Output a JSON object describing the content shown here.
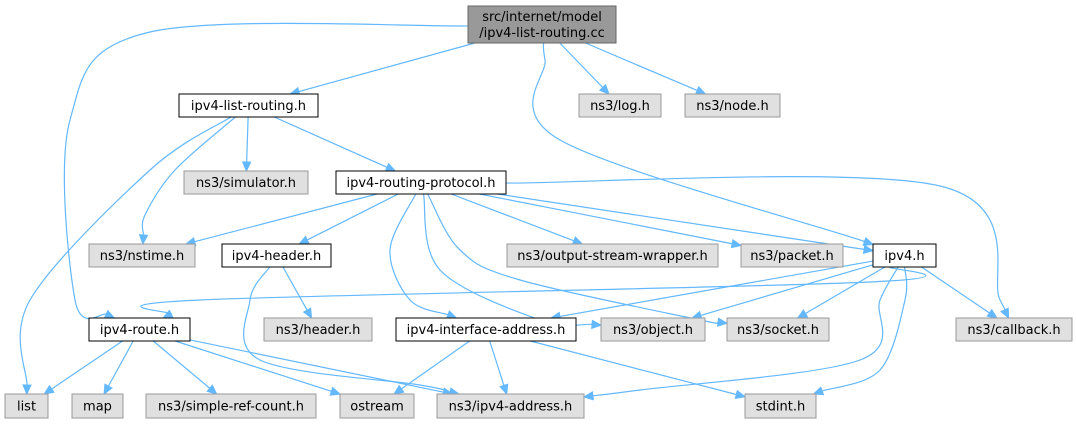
{
  "colors": {
    "root_fill": "#999999",
    "root_stroke": "#666666",
    "local_fill": "#ffffff",
    "local_stroke": "#000000",
    "external_fill": "#e0e0e0",
    "external_stroke": "#999999",
    "edge": "#63b8ff"
  },
  "nodes": [
    {
      "id": "root",
      "kind": "root",
      "lines": [
        "src/internet/model",
        "/ipv4-list-routing.cc"
      ]
    },
    {
      "id": "ipv4_list_routing_h",
      "kind": "local",
      "lines": [
        "ipv4-list-routing.h"
      ]
    },
    {
      "id": "log_h",
      "kind": "external",
      "lines": [
        "ns3/log.h"
      ]
    },
    {
      "id": "node_h",
      "kind": "external",
      "lines": [
        "ns3/node.h"
      ]
    },
    {
      "id": "simulator_h",
      "kind": "external",
      "lines": [
        "ns3/simulator.h"
      ]
    },
    {
      "id": "ipv4_routing_protocol_h",
      "kind": "local",
      "lines": [
        "ipv4-routing-protocol.h"
      ]
    },
    {
      "id": "nstime_h",
      "kind": "external",
      "lines": [
        "ns3/nstime.h"
      ]
    },
    {
      "id": "ipv4_header_h",
      "kind": "local",
      "lines": [
        "ipv4-header.h"
      ]
    },
    {
      "id": "output_stream_wrapper_h",
      "kind": "external",
      "lines": [
        "ns3/output-stream-wrapper.h"
      ]
    },
    {
      "id": "packet_h",
      "kind": "external",
      "lines": [
        "ns3/packet.h"
      ]
    },
    {
      "id": "ipv4_h",
      "kind": "local",
      "lines": [
        "ipv4.h"
      ]
    },
    {
      "id": "ipv4_route_h",
      "kind": "local",
      "lines": [
        "ipv4-route.h"
      ]
    },
    {
      "id": "header_h",
      "kind": "external",
      "lines": [
        "ns3/header.h"
      ]
    },
    {
      "id": "ipv4_interface_address_h",
      "kind": "local",
      "lines": [
        "ipv4-interface-address.h"
      ]
    },
    {
      "id": "object_h",
      "kind": "external",
      "lines": [
        "ns3/object.h"
      ]
    },
    {
      "id": "socket_h",
      "kind": "external",
      "lines": [
        "ns3/socket.h"
      ]
    },
    {
      "id": "callback_h",
      "kind": "external",
      "lines": [
        "ns3/callback.h"
      ]
    },
    {
      "id": "list",
      "kind": "external",
      "lines": [
        "list"
      ]
    },
    {
      "id": "map",
      "kind": "external",
      "lines": [
        "map"
      ]
    },
    {
      "id": "simple_ref_count_h",
      "kind": "external",
      "lines": [
        "ns3/simple-ref-count.h"
      ]
    },
    {
      "id": "ostream",
      "kind": "external",
      "lines": [
        "ostream"
      ]
    },
    {
      "id": "ipv4_address_h",
      "kind": "external",
      "lines": [
        "ns3/ipv4-address.h"
      ]
    },
    {
      "id": "stdint_h",
      "kind": "external",
      "lines": [
        "stdint.h"
      ]
    }
  ],
  "edges": [
    {
      "from": "root",
      "to": "ipv4_list_routing_h"
    },
    {
      "from": "root",
      "to": "log_h"
    },
    {
      "from": "root",
      "to": "node_h"
    },
    {
      "from": "root",
      "to": "ipv4_route_h"
    },
    {
      "from": "root",
      "to": "ipv4_h"
    },
    {
      "from": "ipv4_list_routing_h",
      "to": "list"
    },
    {
      "from": "ipv4_list_routing_h",
      "to": "nstime_h"
    },
    {
      "from": "ipv4_list_routing_h",
      "to": "simulator_h"
    },
    {
      "from": "ipv4_list_routing_h",
      "to": "ipv4_routing_protocol_h"
    },
    {
      "from": "ipv4_routing_protocol_h",
      "to": "nstime_h"
    },
    {
      "from": "ipv4_routing_protocol_h",
      "to": "ipv4_header_h"
    },
    {
      "from": "ipv4_routing_protocol_h",
      "to": "output_stream_wrapper_h"
    },
    {
      "from": "ipv4_routing_protocol_h",
      "to": "packet_h"
    },
    {
      "from": "ipv4_routing_protocol_h",
      "to": "ipv4_h"
    },
    {
      "from": "ipv4_routing_protocol_h",
      "to": "callback_h"
    },
    {
      "from": "ipv4_routing_protocol_h",
      "to": "ipv4_interface_address_h"
    },
    {
      "from": "ipv4_routing_protocol_h",
      "to": "object_h"
    },
    {
      "from": "ipv4_routing_protocol_h",
      "to": "socket_h"
    },
    {
      "from": "ipv4_header_h",
      "to": "header_h"
    },
    {
      "from": "ipv4_header_h",
      "to": "ipv4_address_h"
    },
    {
      "from": "ipv4_h",
      "to": "ipv4_route_h"
    },
    {
      "from": "ipv4_h",
      "to": "ipv4_interface_address_h"
    },
    {
      "from": "ipv4_h",
      "to": "object_h"
    },
    {
      "from": "ipv4_h",
      "to": "socket_h"
    },
    {
      "from": "ipv4_h",
      "to": "callback_h"
    },
    {
      "from": "ipv4_h",
      "to": "ipv4_address_h"
    },
    {
      "from": "ipv4_h",
      "to": "stdint_h"
    },
    {
      "from": "ipv4_route_h",
      "to": "list"
    },
    {
      "from": "ipv4_route_h",
      "to": "map"
    },
    {
      "from": "ipv4_route_h",
      "to": "simple_ref_count_h"
    },
    {
      "from": "ipv4_route_h",
      "to": "ostream"
    },
    {
      "from": "ipv4_route_h",
      "to": "ipv4_address_h"
    },
    {
      "from": "ipv4_interface_address_h",
      "to": "ostream"
    },
    {
      "from": "ipv4_interface_address_h",
      "to": "ipv4_address_h"
    },
    {
      "from": "ipv4_interface_address_h",
      "to": "stdint_h"
    }
  ]
}
